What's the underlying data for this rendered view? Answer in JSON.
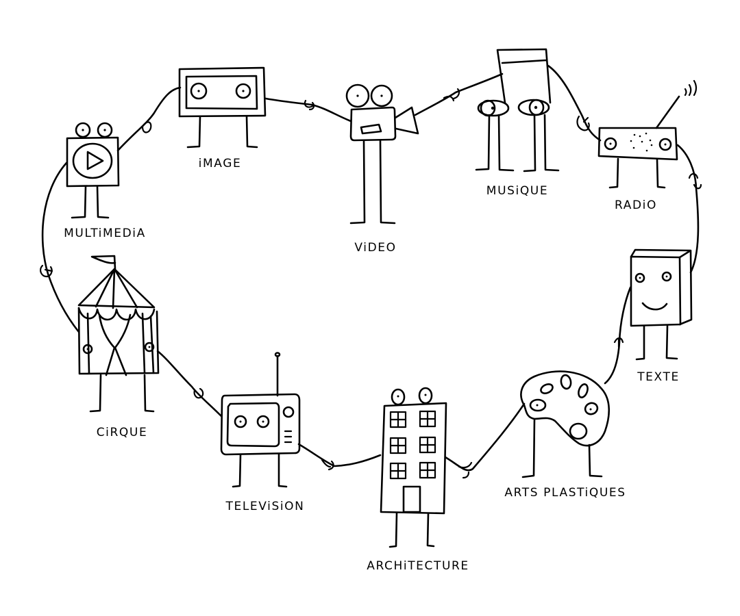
{
  "diagram": {
    "type": "cycle",
    "description": "Hand-drawn characters holding hands in a ring",
    "stroke_color": "#000000",
    "background_color": "#ffffff",
    "nodes": [
      {
        "id": "image",
        "label": "iMAGE",
        "icon": "picture-frame-icon"
      },
      {
        "id": "video",
        "label": "ViDEO",
        "icon": "movie-camera-icon"
      },
      {
        "id": "musique",
        "label": "MUSiQUE",
        "icon": "music-note-icon"
      },
      {
        "id": "radio",
        "label": "RADiO",
        "icon": "radio-icon"
      },
      {
        "id": "texte",
        "label": "TEXTE",
        "icon": "book-icon"
      },
      {
        "id": "arts",
        "label": "ARTS PLASTiQUES",
        "icon": "paint-palette-icon"
      },
      {
        "id": "architecture",
        "label": "ARCHiTECTURE",
        "icon": "building-icon"
      },
      {
        "id": "television",
        "label": "TELEViSiON",
        "icon": "tv-icon"
      },
      {
        "id": "cirque",
        "label": "CiRQUE",
        "icon": "circus-tent-icon"
      },
      {
        "id": "multimedia",
        "label": "MULTiMEDiA",
        "icon": "play-button-icon"
      }
    ],
    "links": [
      [
        "multimedia",
        "image"
      ],
      [
        "image",
        "video"
      ],
      [
        "video",
        "musique"
      ],
      [
        "musique",
        "radio"
      ],
      [
        "radio",
        "texte"
      ],
      [
        "texte",
        "arts"
      ],
      [
        "arts",
        "architecture"
      ],
      [
        "architecture",
        "television"
      ],
      [
        "television",
        "cirque"
      ],
      [
        "cirque",
        "multimedia"
      ]
    ]
  }
}
